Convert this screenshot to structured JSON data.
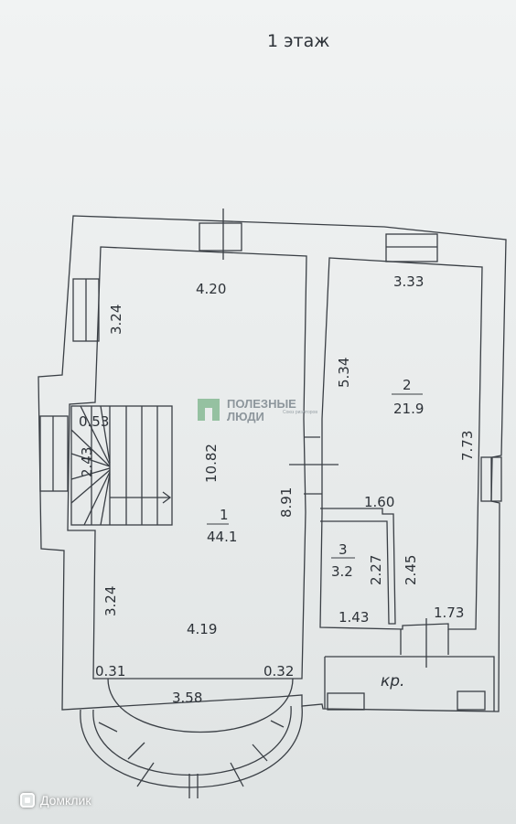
{
  "title": "1 этаж",
  "dimensions": {
    "room1_top_width": "4.20",
    "room1_left_upper": "3.24",
    "stair_width": "0.53",
    "stair_length": "2.43",
    "room1_length": "10.82",
    "room1_right_side": "8.91",
    "room1_left_lower": "3.24",
    "room1_lower_width": "4.19",
    "bay_left_offset": "0.31",
    "bay_right_offset": "0.32",
    "bay_width": "3.58",
    "room2_top_width": "3.33",
    "room2_left_side": "5.34",
    "room2_right_side": "7.73",
    "room3_top_width": "1.60",
    "room3_inner_height": "2.27",
    "room3_right_height": "2.45",
    "room3_bottom_width": "1.43",
    "room2_bottom_width": "1.73"
  },
  "rooms": [
    {
      "number": "1",
      "area": "44.1"
    },
    {
      "number": "2",
      "area": "21.9"
    },
    {
      "number": "3",
      "area": "3.2"
    }
  ],
  "porch_label": "кр.",
  "watermark": {
    "line1": "ПОЛЕЗНЫЕ",
    "line2": "ЛЮДИ",
    "tag": "Союз риэлторов"
  },
  "brand": {
    "name": "Домклик"
  },
  "colors": {
    "line": "#3a3f45",
    "paper": "#eceeee",
    "watermark_green": "#7fb78f"
  }
}
